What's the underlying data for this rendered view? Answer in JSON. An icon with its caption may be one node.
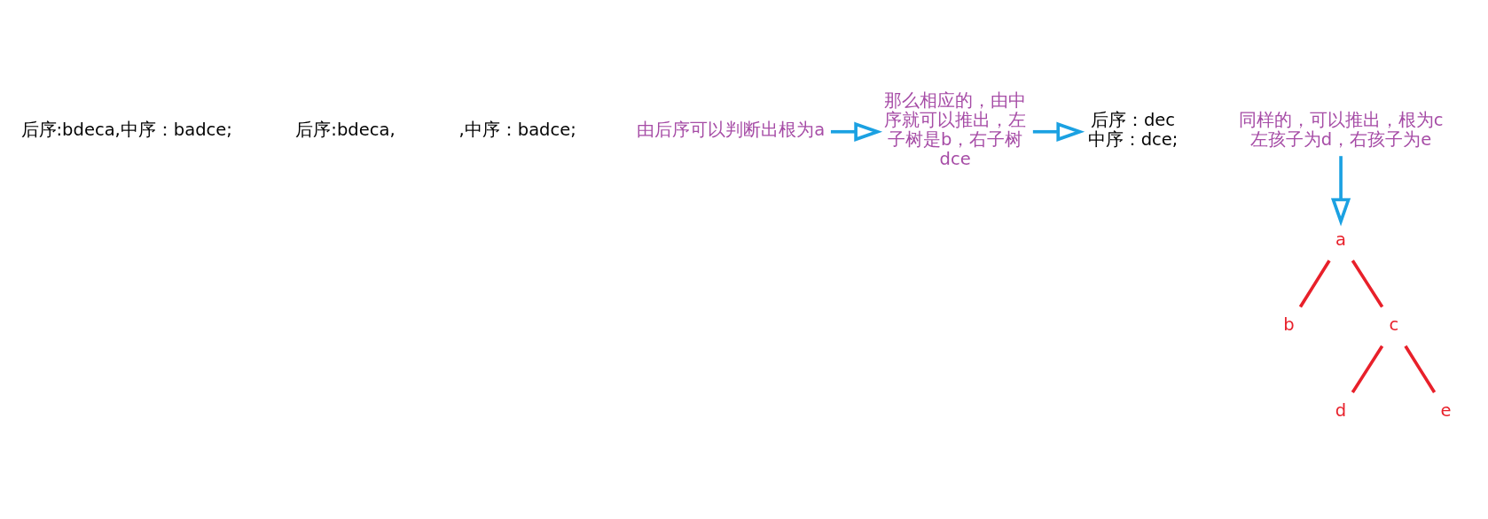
{
  "diagram": {
    "nodes": [
      {
        "text": [
          "由后序可以判断出根为a"
        ]
      },
      {
        "text": [
          "那么相应的，由中序就可以推出，左子树是b，右子树dce"
        ]
      },
      {
        "text": [
          "后序：dec",
          "中序：dce;"
        ]
      },
      {
        "text": [
          "同样的，可以推出，根为c",
          "左孩子为d，右孩子为e"
        ]
      },
      {
        "text": [
          "a"
        ]
      },
      {
        "text": [
          "b"
        ]
      },
      {
        "text": [
          "c"
        ]
      },
      {
        "text": [
          "d"
        ]
      },
      {
        "text": [
          "e"
        ]
      }
    ],
    "edges": [
      {
        "from": 0,
        "to": 1,
        "arrow": "to",
        "color": "#1ba1e2"
      },
      {
        "from": 1,
        "to": 2,
        "arrow": "to",
        "color": "#1ba1e2"
      },
      {
        "from": 3,
        "to": 4,
        "arrow": "to",
        "color": "#1ba1e2"
      },
      {
        "from": 4,
        "to": 5,
        "arrow": "none"
      },
      {
        "from": 4,
        "to": 6,
        "arrow": "none"
      },
      {
        "from": 6,
        "to": 7,
        "arrow": "none"
      },
      {
        "from": 6,
        "to": 8,
        "arrow": "none"
      }
    ],
    "labels": [
      "后序:bdeca,中序：badce;",
      "后序:bdeca,",
      ",中序：badce;"
    ]
  }
}
